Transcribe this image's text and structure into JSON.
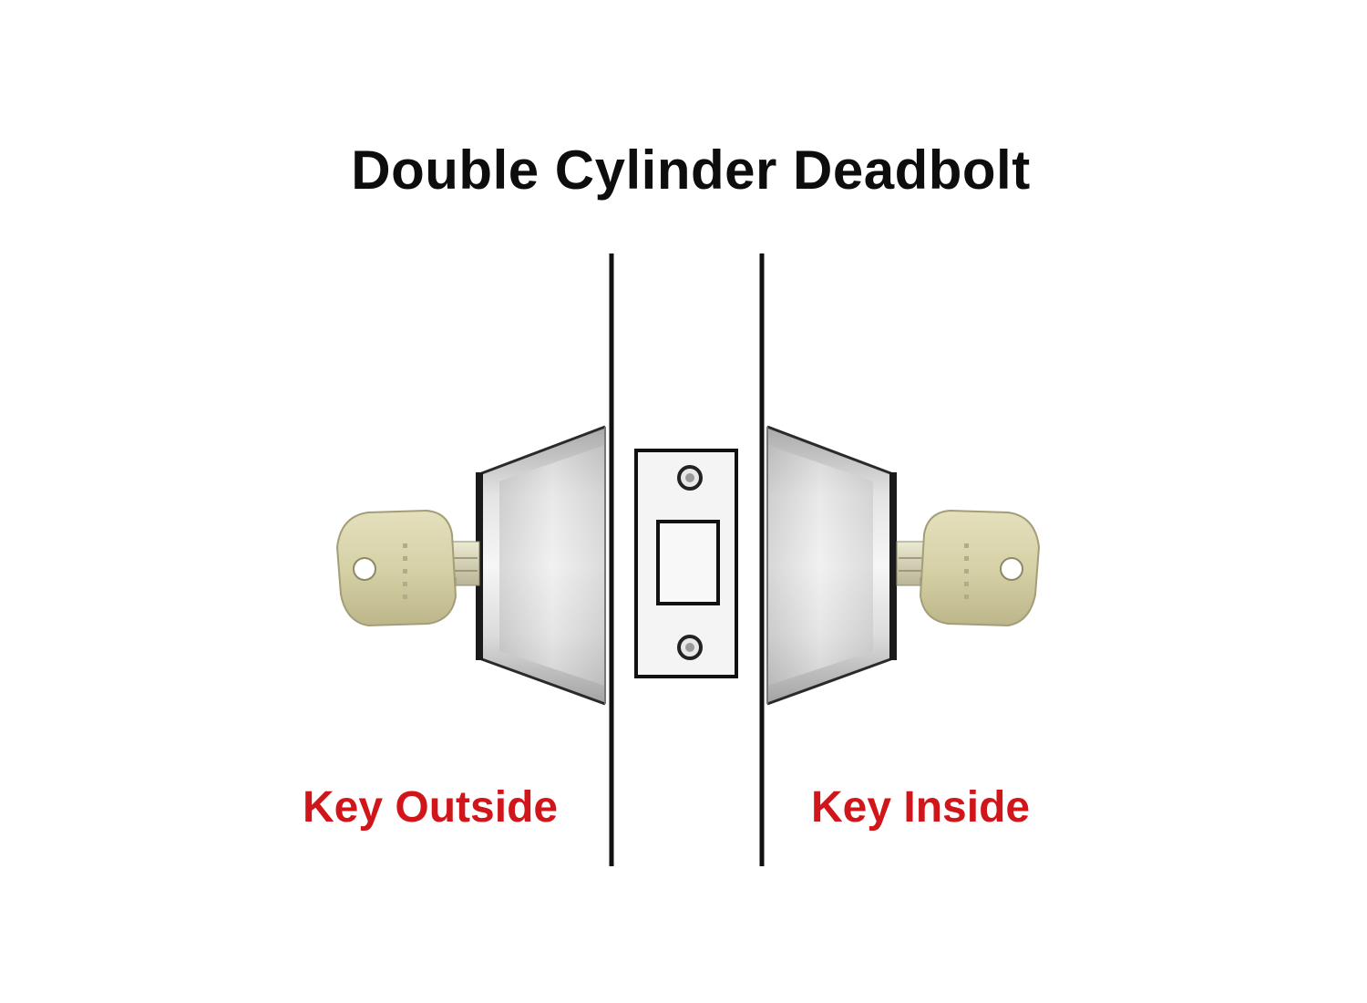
{
  "title": "Double Cylinder Deadbolt",
  "labels": {
    "outside": "Key Outside",
    "inside": "Key Inside"
  },
  "colors": {
    "title": "#0d0d0d",
    "label": "#d0161b",
    "line": "#111111",
    "key_brass": "#d8d3aa",
    "cylinder_silver": "#cfcfcf"
  },
  "icons": {
    "left_key": "key-icon",
    "right_key": "key-icon",
    "strike_plate": "strike-plate-icon"
  }
}
